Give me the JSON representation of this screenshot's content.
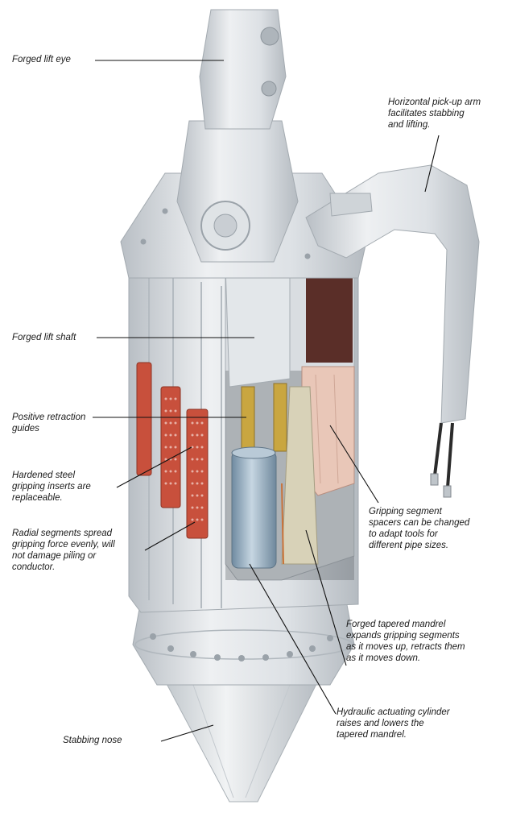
{
  "labels": {
    "lift_eye": "Forged lift eye",
    "pickup_arm": "Horizontal pick-up arm\nfacilitates stabbing\nand lifting.",
    "lift_shaft": "Forged lift shaft",
    "retraction_guides": "Positive retraction\nguides",
    "gripping_inserts": "Hardened steel\ngripping inserts are\nreplaceable.",
    "radial_segments": "Radial segments spread\ngripping force evenly, will\nnot damage piling or\nconductor.",
    "segment_spacers": "Gripping segment\nspacers can be changed\nto adapt tools for\ndifferent pipe sizes.",
    "tapered_mandrel": "Forged tapered mandrel\nexpands gripping segments\nas it moves up, retracts them\nas it moves down.",
    "hydraulic_cylinder": "Hydraulic actuating cylinder\nraises and lowers the\ntapered mandrel.",
    "stabbing_nose": "Stabbing nose"
  },
  "colors": {
    "body": "#e6e9ec",
    "body_shade": "#c9ced3",
    "body_dark": "#aab0b6",
    "insert_red": "#c8503c",
    "guide_gold": "#c9a640",
    "spacer_pink": "#e9c7b8",
    "cylinder_blue": "#9fb6c6",
    "cavity": "#5a2e28",
    "leader": "#111111"
  }
}
